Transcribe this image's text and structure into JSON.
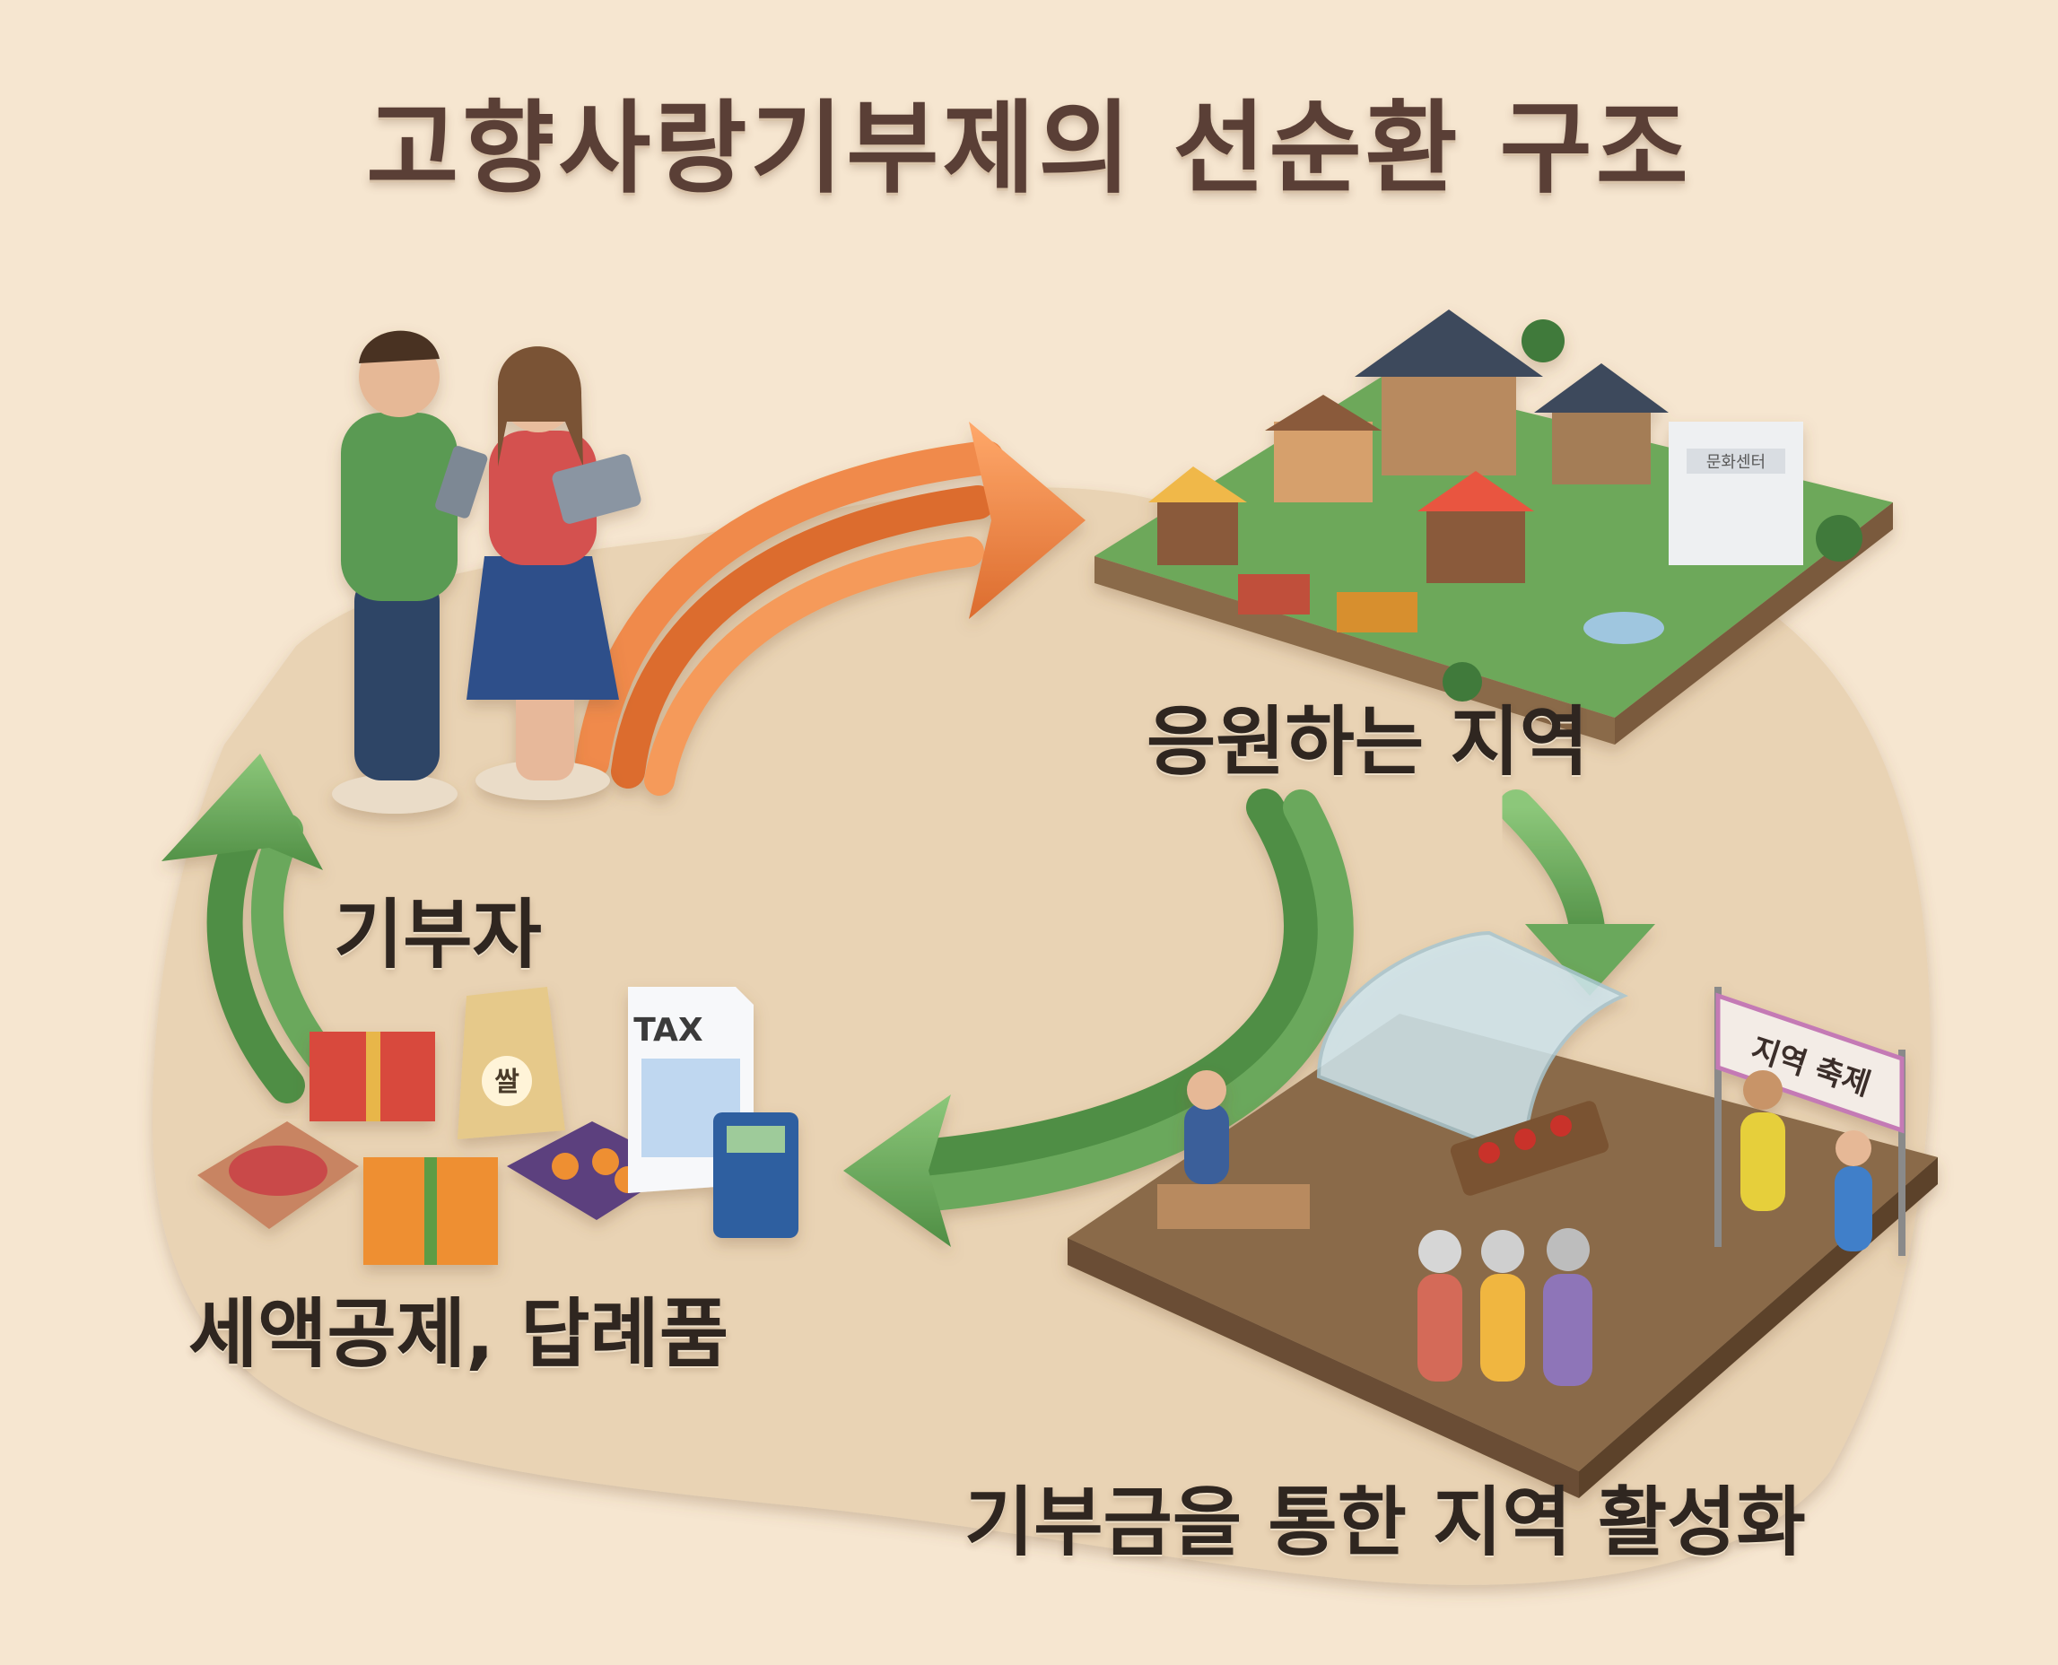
{
  "title": "고향사랑기부제의 선순환 구조",
  "nodes": {
    "donor": {
      "label": "기부자",
      "icon": "donor-couple-with-tablets"
    },
    "region": {
      "label": "응원하는 지역",
      "icon": "village-with-market-and-buildings",
      "building_sign": "문화센터"
    },
    "activation": {
      "label": "기부금을 통한 지역 활성화",
      "icon": "greenhouse-farm-and-community",
      "banner": "지역 축제"
    },
    "benefits": {
      "label": "세액공제, 답례품",
      "icon": "gift-boxes-and-tax-form",
      "rice_bag": "쌀",
      "tax_form": "TAX"
    }
  },
  "flow": [
    {
      "from": "donor",
      "to": "region",
      "color": "#f08a4b"
    },
    {
      "from": "region",
      "to": "activation",
      "color": "#6aa85c"
    },
    {
      "from": "region",
      "to": "benefits",
      "color": "#6aa85c"
    },
    {
      "from": "benefits",
      "to": "donor",
      "color": "#6aa85c"
    }
  ],
  "colors": {
    "background": "#f6e6d0",
    "clay_ground": "#e9d3b4",
    "orange_arrow": "#f08a4b",
    "green_arrow": "#6aa85c",
    "title_text": "#5a3f36"
  }
}
